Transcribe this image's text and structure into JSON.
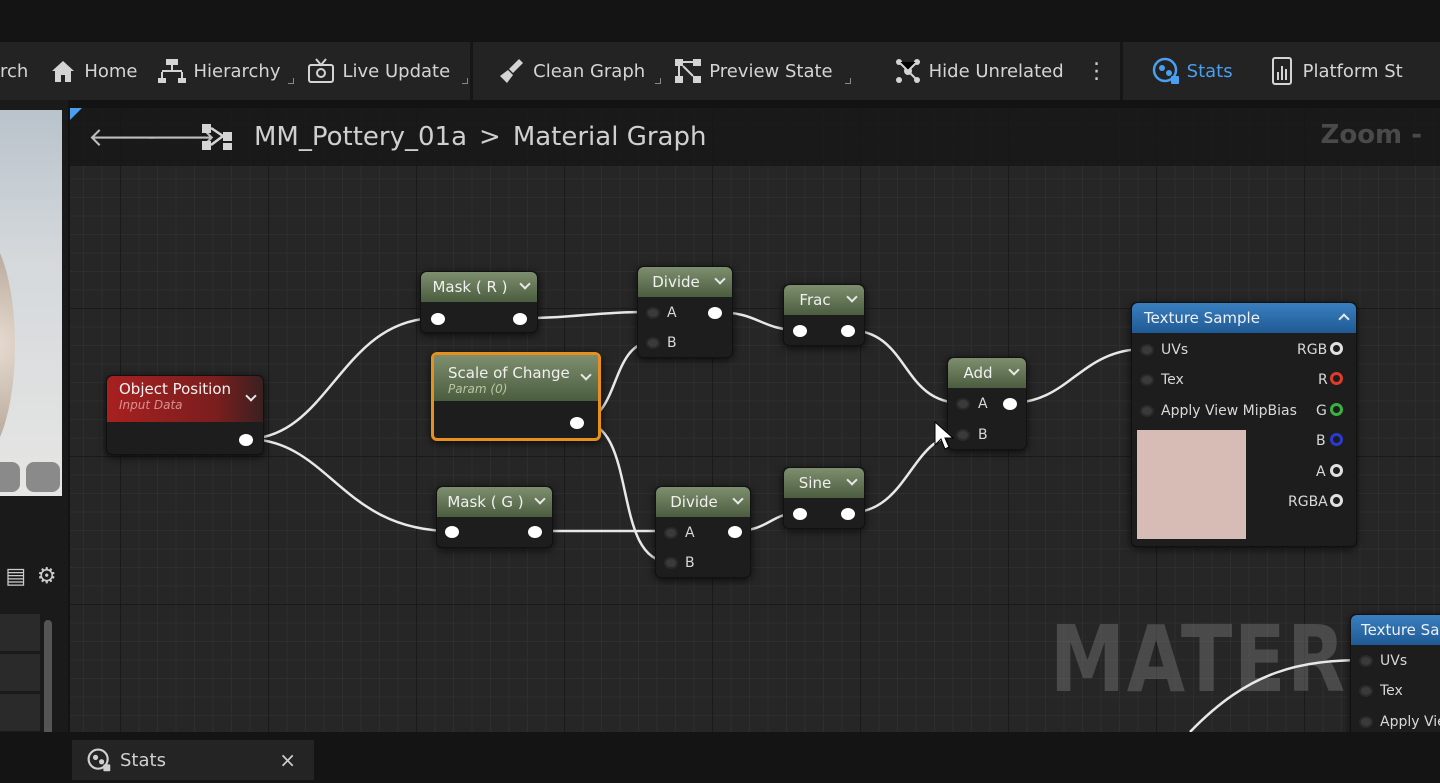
{
  "toolbar": {
    "search_partial": "rch",
    "home": "Home",
    "hierarchy": "Hierarchy",
    "live_update": "Live Update",
    "clean_graph": "Clean Graph",
    "preview_state": "Preview State",
    "hide_unrelated": "Hide Unrelated",
    "stats": "Stats",
    "platform_stats": "Platform St",
    "accent_color": "#4a9ff0"
  },
  "graph": {
    "breadcrumb_asset": "MM_Pottery_01a",
    "breadcrumb_sep": ">",
    "breadcrumb_graph": "Material Graph",
    "zoom_label": "Zoom -",
    "watermark": "MATERIAL"
  },
  "nodes": {
    "object_position": {
      "title": "Object Position",
      "subtitle": "Input Data"
    },
    "mask_r": {
      "title": "Mask ( R )"
    },
    "mask_g": {
      "title": "Mask ( G )"
    },
    "scale_of_change": {
      "title": "Scale of Change",
      "subtitle": "Param (0)"
    },
    "divide_1": {
      "title": "Divide",
      "pin_a": "A",
      "pin_b": "B"
    },
    "divide_2": {
      "title": "Divide",
      "pin_a": "A",
      "pin_b": "B"
    },
    "frac": {
      "title": "Frac"
    },
    "sine": {
      "title": "Sine"
    },
    "add": {
      "title": "Add",
      "pin_a": "A",
      "pin_b": "B"
    },
    "texture_sample": {
      "title": "Texture Sample",
      "inputs": [
        "UVs",
        "Tex",
        "Apply View MipBias"
      ],
      "outputs": [
        "RGB",
        "R",
        "G",
        "B",
        "A",
        "RGBA"
      ],
      "output_colors": [
        "#e0e0e0",
        "#e03a2a",
        "#3ab040",
        "#2a3ad0",
        "#e0e0e0",
        "#e0e0e0"
      ],
      "preview_color": "#d6bcb4"
    },
    "texture_sample_2": {
      "title": "Texture Sam",
      "inputs": [
        "UVs",
        "Tex",
        "Apply Vie"
      ]
    }
  },
  "status_bar": {
    "stats_tab": "Stats",
    "close": "×"
  }
}
